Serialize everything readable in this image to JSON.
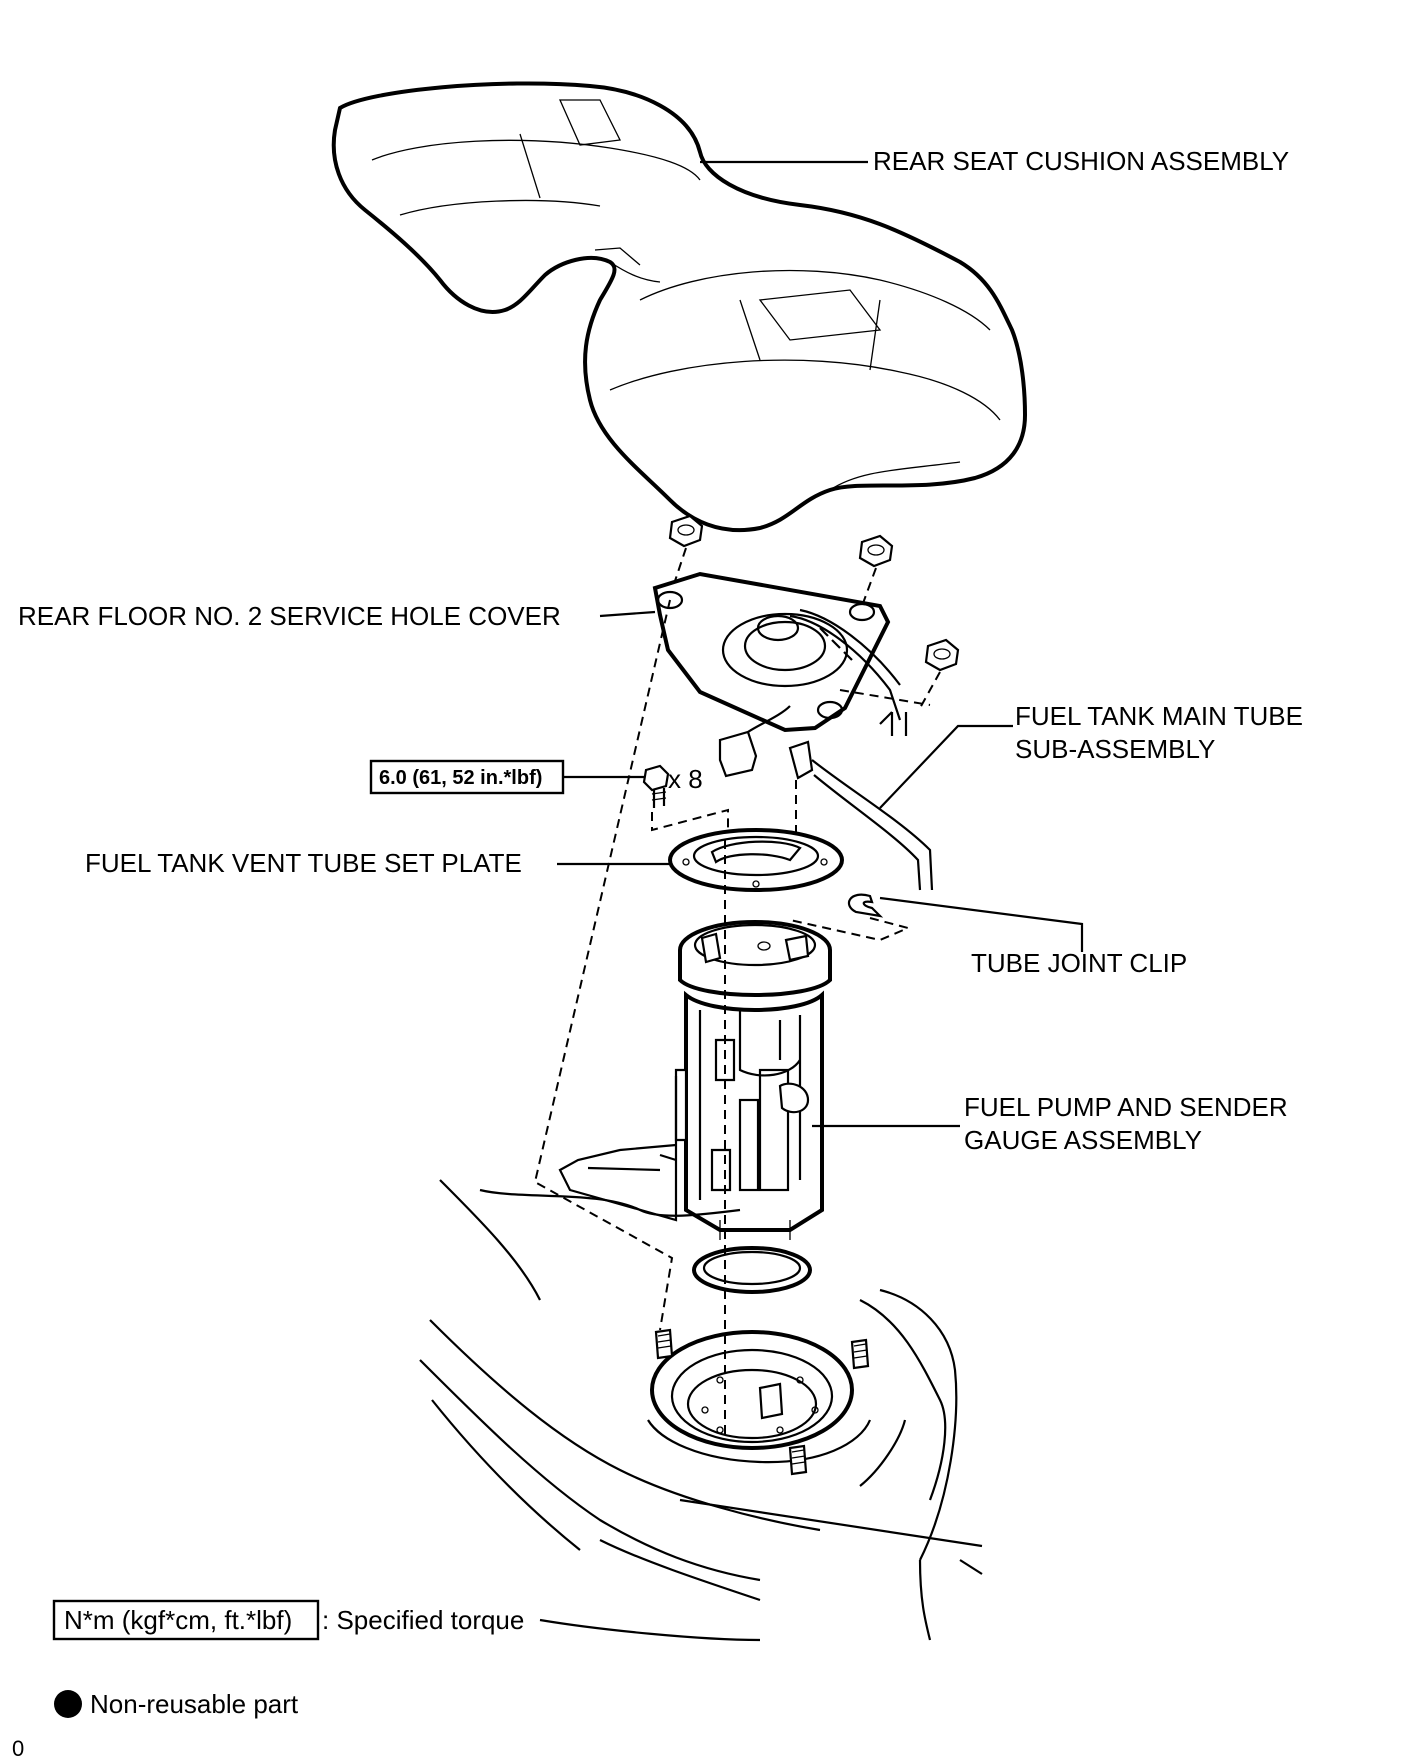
{
  "labels": {
    "rear_seat_cushion": "REAR SEAT CUSHION ASSEMBLY",
    "service_hole_cover": "REAR FLOOR NO. 2 SERVICE HOLE COVER",
    "main_tube_line1": "FUEL TANK MAIN TUBE",
    "main_tube_line2": "SUB-ASSEMBLY",
    "torque_value": "6.0 (61, 52 in.*lbf)",
    "bolt_qty": "x 8",
    "vent_tube_plate": "FUEL TANK VENT TUBE SET PLATE",
    "tube_joint_clip": "TUBE JOINT CLIP",
    "pump_line1": "FUEL PUMP AND SENDER",
    "pump_line2": "GAUGE ASSEMBLY"
  },
  "legend": {
    "torque_box": "N*m (kgf*cm, ft.*lbf)",
    "torque_desc": ": Specified torque",
    "nonreusable_desc": "Non-reusable part"
  },
  "footer": {
    "page_mark": "0"
  }
}
